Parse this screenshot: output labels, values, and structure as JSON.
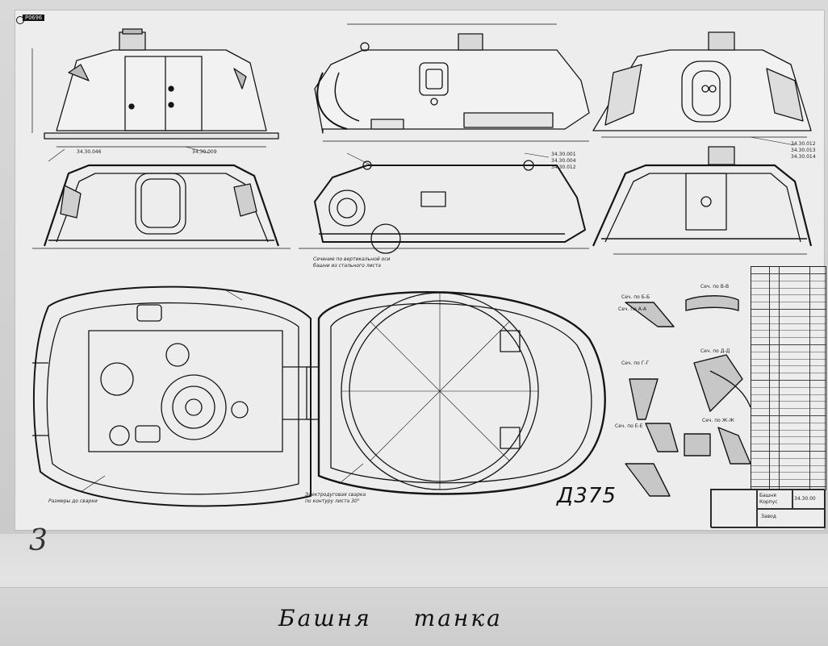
{
  "sheet": {
    "code_label": "PO696",
    "drawing_number": "Д375",
    "page_number": "3",
    "caption": "Башня танка"
  },
  "title_block": {
    "title_line_1": "Башня",
    "title_line_2": "Корпус",
    "sheet_label": "34.30.00",
    "factory": "Завод"
  },
  "notes": {
    "section_note": "Сечение по вертикальной оси",
    "section_note_2": "башни из стального листа",
    "weld_note": "Электродуговая сварка",
    "weld_note_2": "по контуру листа 30°",
    "bottom_left_note": "Размеры до сварки",
    "top_section_note": "Сеч. по А-А"
  },
  "part_labels": {
    "front": [
      "34.30.046",
      "34.30.009"
    ],
    "side": [
      "34.30.001",
      "34.30.004",
      "34.30.012"
    ],
    "rear": [
      "34.30.012",
      "34.30.013",
      "34.30.014"
    ]
  },
  "section_labels": [
    "Сеч. по Б-Б",
    "Сеч. по В-В",
    "Сеч. по Г-Г",
    "Сеч. по Д-Д",
    "Сеч. по Е-Е",
    "Сеч. по Ж-Ж"
  ],
  "colors": {
    "ink": "#151515",
    "paper": "#ededed",
    "background": "#8a8a8a"
  }
}
